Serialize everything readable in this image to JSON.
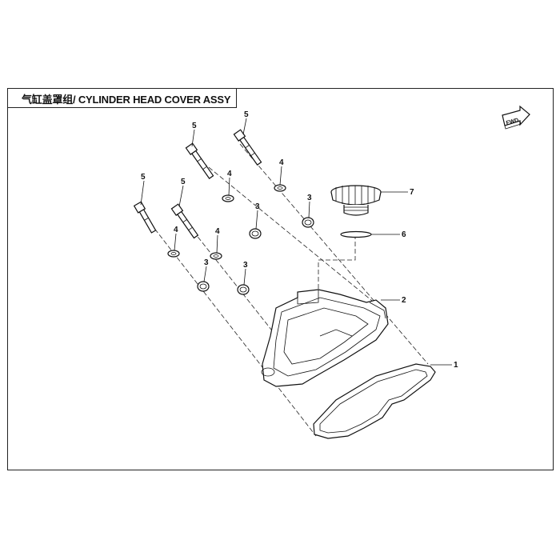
{
  "title": "气缸盖罩组/ CYLINDER HEAD COVER ASSY",
  "fwd_badge": "FWD",
  "callouts": [
    {
      "id": "c1",
      "label": "1"
    },
    {
      "id": "c2",
      "label": "2"
    },
    {
      "id": "c3a",
      "label": "3"
    },
    {
      "id": "c3b",
      "label": "3"
    },
    {
      "id": "c3c",
      "label": "3"
    },
    {
      "id": "c3d",
      "label": "3"
    },
    {
      "id": "c4a",
      "label": "4"
    },
    {
      "id": "c4b",
      "label": "4"
    },
    {
      "id": "c4c",
      "label": "4"
    },
    {
      "id": "c4d",
      "label": "4"
    },
    {
      "id": "c5a",
      "label": "5"
    },
    {
      "id": "c5b",
      "label": "5"
    },
    {
      "id": "c5c",
      "label": "5"
    },
    {
      "id": "c5d",
      "label": "5"
    },
    {
      "id": "c6",
      "label": "6"
    },
    {
      "id": "c7",
      "label": "7"
    }
  ],
  "colors": {
    "line": "#111111",
    "background": "#ffffff"
  }
}
